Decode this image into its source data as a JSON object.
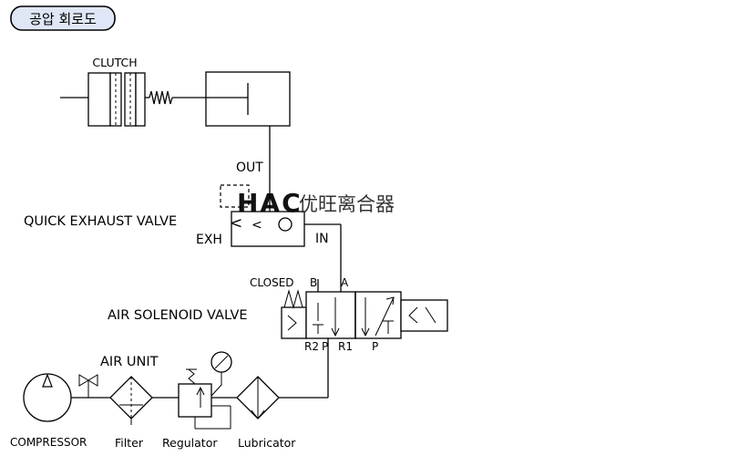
{
  "header": {
    "badge": "공압 회로도"
  },
  "watermark": {
    "brand": "HAC",
    "text": "优旺离合器"
  },
  "labels": {
    "clutch": "CLUTCH",
    "out": "OUT",
    "quick_exhaust_valve": "QUICK  EXHAUST  VALVE",
    "exh": "EXH",
    "in": "IN",
    "closed": "CLOSED",
    "port_b": "B",
    "port_a": "A",
    "air_solenoid_valve": "AIR  SOLENOID  VALVE",
    "port_r2": "R2",
    "port_p_left": "P",
    "port_r1": "R1",
    "port_p_right": "P",
    "air_unit": "AIR  UNIT",
    "compressor": "COMPRESSOR",
    "filter": "Filter",
    "regulator": "Regulator",
    "lubricator": "Lubricator"
  }
}
